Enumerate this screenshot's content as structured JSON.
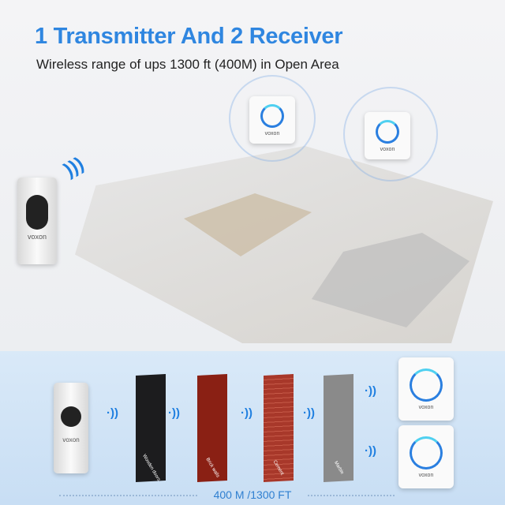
{
  "header": {
    "title": "1 Transmitter And 2 Receiver",
    "subtitle": "Wireless range of ups 1300 ft (400M) in Open Area"
  },
  "brand": "voxon",
  "barriers": [
    {
      "label": "Wooden doors",
      "color": "#1c1c1e"
    },
    {
      "label": "Brick walls",
      "color": "#8a2014"
    },
    {
      "label": "Cement",
      "color": "#a8382a"
    },
    {
      "label": "Marble",
      "color": "#8a8a8a"
    }
  ],
  "range_label": "400 M /1300 FT",
  "colors": {
    "accent": "#2f86e0",
    "band": "#d4e6f7"
  },
  "icons": {
    "signal": "wifi-signal-icon"
  }
}
